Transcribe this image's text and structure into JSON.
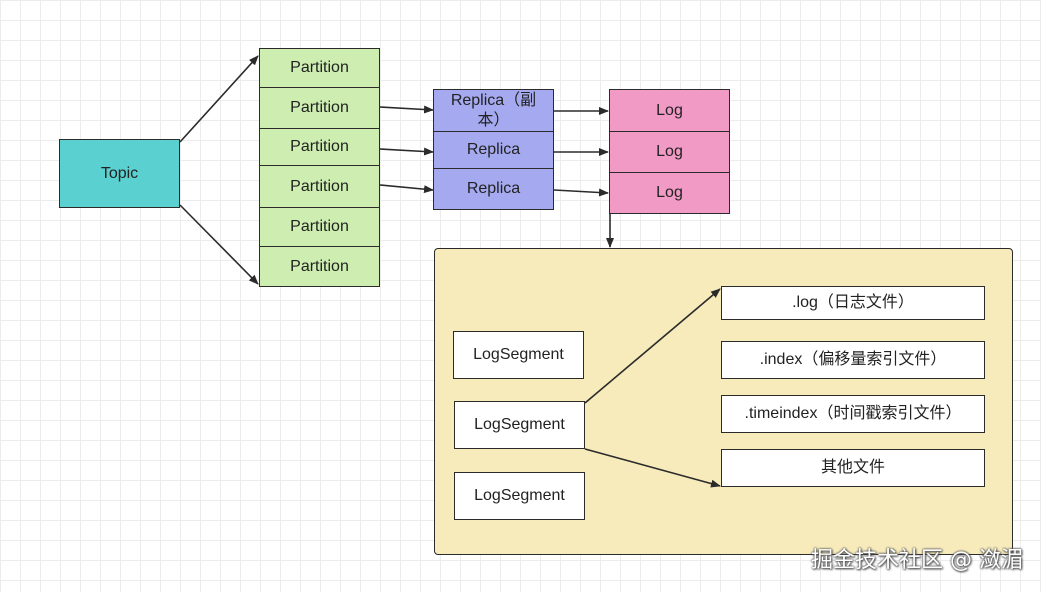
{
  "topic": "Topic",
  "partitions": [
    "Partition",
    "Partition",
    "Partition",
    "Partition",
    "Partition",
    "Partition"
  ],
  "replicas": [
    "Replica（副本）",
    "Replica",
    "Replica"
  ],
  "logs": [
    "Log",
    "Log",
    "Log"
  ],
  "log_segments": [
    "LogSegment",
    "LogSegment",
    "LogSegment"
  ],
  "files": [
    ".log（日志文件）",
    ".index（偏移量索引文件）",
    ".timeindex（时间戳索引文件）",
    "其他文件"
  ],
  "watermark": "掘金技术社区 @ 潋湄",
  "colors": {
    "topic": "#5ad0d0",
    "partition": "#cdeeb0",
    "replica": "#a5aaf0",
    "log": "#f29ac6",
    "segment_panel": "#f7ebbb"
  }
}
